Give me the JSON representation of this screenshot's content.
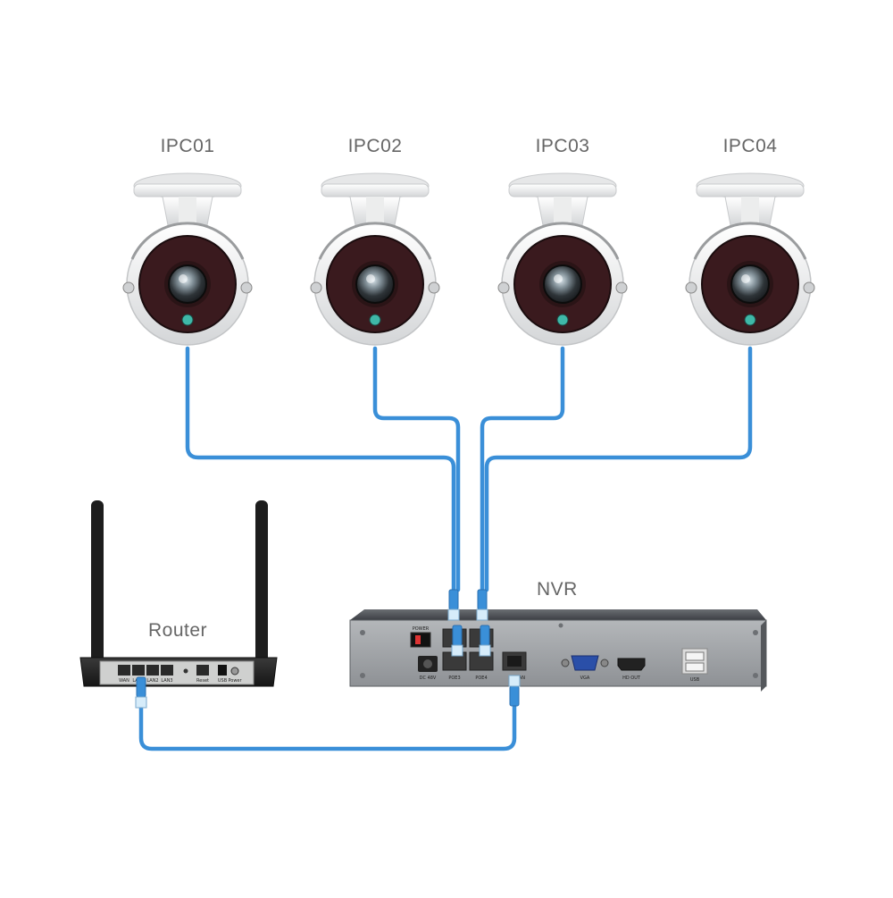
{
  "cameras": [
    {
      "label": "IPC01"
    },
    {
      "label": "IPC02"
    },
    {
      "label": "IPC03"
    },
    {
      "label": "IPC04"
    }
  ],
  "router": {
    "label": "Router",
    "port_labels": [
      "WAN",
      "LAN1",
      "LAN2",
      "LAN3",
      "Reset",
      "USB",
      "Power"
    ]
  },
  "nvr": {
    "label": "NVR",
    "port_labels": {
      "power": "POWER",
      "dc": "DC 48V",
      "poe3": "POE3",
      "poe4": "POE4",
      "lan": "LAN",
      "vga": "VGA",
      "hdmi": "HD OUT",
      "usb": "USB"
    }
  },
  "colors": {
    "cable": "#3a8fd8",
    "label": "#666666",
    "nvr_body": "#4a4d52",
    "nvr_panel": "#9a9da1",
    "router_body": "#2a2a2a",
    "camera_body": "#f2f2f2",
    "lens_face": "#3a1a1e"
  }
}
